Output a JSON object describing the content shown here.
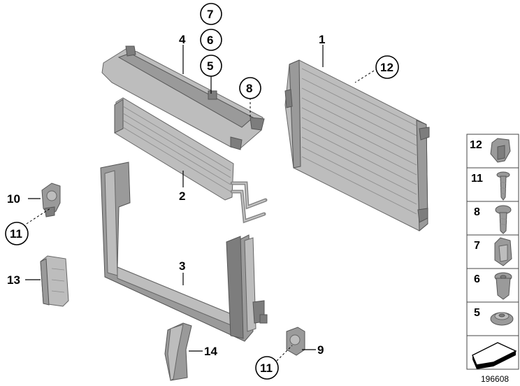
{
  "callouts": {
    "p1": "1",
    "p2": "2",
    "p3": "3",
    "p4": "4",
    "p5": "5",
    "p6": "6",
    "p7": "7",
    "p8": "8",
    "p9": "9",
    "p10": "10",
    "p11a": "11",
    "p11b": "11",
    "p12": "12",
    "p13": "13",
    "p14": "14"
  },
  "legend": [
    "12",
    "11",
    "8",
    "7",
    "6",
    "5"
  ],
  "document_number": "196608",
  "colors": {
    "part_fill": "#9a9a9a",
    "line": "#000000",
    "frame": "#444444"
  }
}
